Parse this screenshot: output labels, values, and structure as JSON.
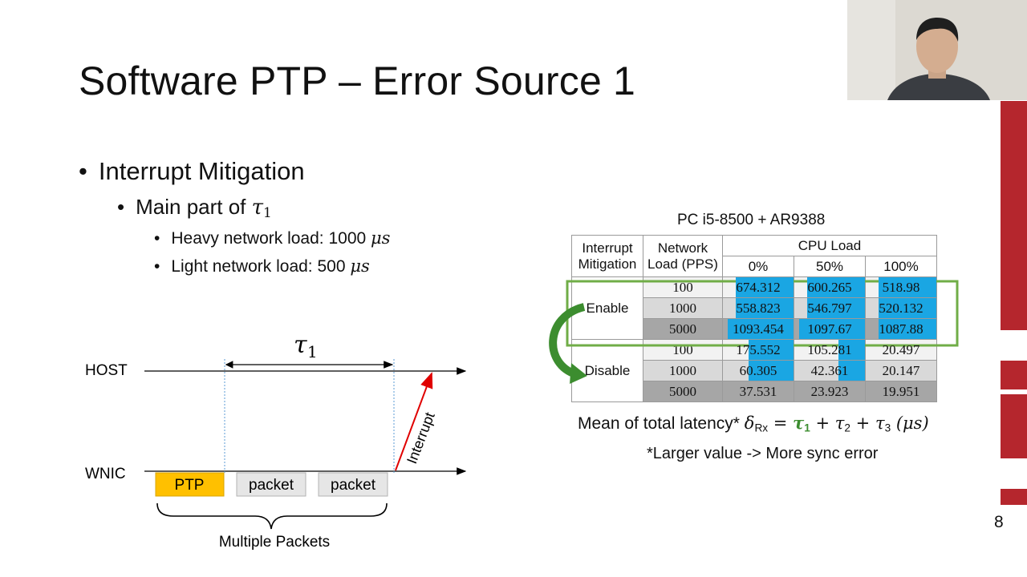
{
  "slide": {
    "title": "Software PTP – Error Source 1",
    "bullets": {
      "l1": "Interrupt Mitigation",
      "l2_prefix": "Main part of ",
      "l2_symbol": "τ",
      "l2_sub": "1",
      "l3a_text": "Heavy network load: 1000 ",
      "l3b_text": "Light network load: 500 ",
      "unit": "μs"
    },
    "page_number": "8"
  },
  "diagram": {
    "tau_label": "τ",
    "tau_sub": "1",
    "host_label": "HOST",
    "wnic_label": "WNIC",
    "interrupt_label": "Interrupt",
    "packets": [
      "PTP",
      "packet",
      "packet"
    ],
    "brace_label": "Multiple Packets",
    "colors": {
      "ptp": "#ffc000",
      "packet": "#e6e6e6",
      "interrupt": "#e00000",
      "guide": "#5b9bd5"
    }
  },
  "table": {
    "caption": "PC i5-8500 + AR9388",
    "headers": {
      "mitigation_l1": "Interrupt",
      "mitigation_l2": "Mitigation",
      "network_l1": "Network",
      "network_l2": "Load (PPS)",
      "cpu_load": "CPU Load",
      "cpu_cols": [
        "0%",
        "50%",
        "100%"
      ]
    },
    "groups": [
      {
        "label": "Enable",
        "rows": [
          {
            "pps": "100",
            "values": [
              "674.312",
              "600.265",
              "518.98"
            ],
            "highlight": [
              0.82,
              0.82,
              0.82
            ]
          },
          {
            "pps": "1000",
            "values": [
              "558.823",
              "546.797",
              "520.132"
            ],
            "highlight": [
              0.82,
              0.82,
              0.82
            ]
          },
          {
            "pps": "5000",
            "values": [
              "1093.454",
              "1097.67",
              "1087.88"
            ],
            "highlight": [
              0.93,
              0.93,
              0.82
            ]
          }
        ]
      },
      {
        "label": "Disable",
        "rows": [
          {
            "pps": "100",
            "values": [
              "175.552",
              "105.281",
              "20.497"
            ],
            "highlight": [
              0.64,
              0.38,
              0
            ]
          },
          {
            "pps": "1000",
            "values": [
              "60.305",
              "42.361",
              "20.147"
            ],
            "highlight": [
              0.64,
              0.38,
              0
            ]
          },
          {
            "pps": "5000",
            "values": [
              "37.531",
              "23.923",
              "19.951"
            ],
            "highlight": [
              0,
              0,
              0
            ]
          }
        ]
      }
    ],
    "colors": {
      "highlight": "#1aa6e3",
      "enable_box": "#70ad47",
      "arrow": "#3c8d2f"
    }
  },
  "formula": {
    "prefix": "Mean of total latency* ",
    "delta": "δ",
    "delta_sub": "Rx",
    "eq": " = ",
    "t1": "τ",
    "t1_sub": "1",
    "plus1": " + ",
    "t2": "τ",
    "t2_sub": "2",
    "plus2": " + ",
    "t3": "τ",
    "t3_sub": "3",
    "unit": " (μs)"
  },
  "note": "*Larger value -> More sync error"
}
